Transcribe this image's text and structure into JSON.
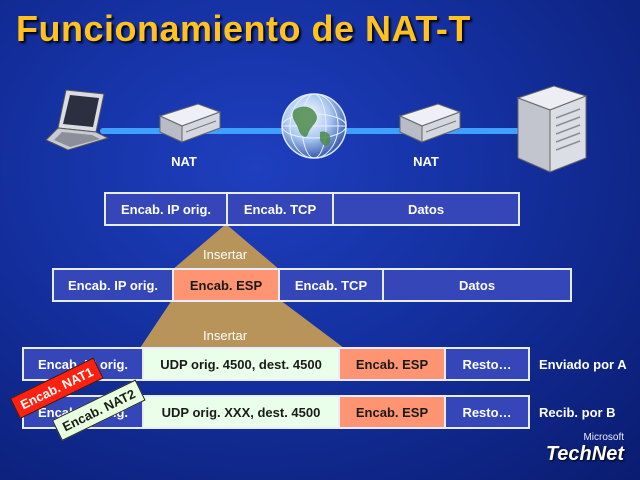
{
  "title": "Funcionamiento de NAT-T",
  "network": {
    "nat_left": "NAT",
    "nat_right": "NAT"
  },
  "packet1": [
    "Encab. IP orig.",
    "Encab. TCP",
    "Datos"
  ],
  "insert1": "Insertar",
  "packet2": [
    "Encab. IP orig.",
    "Encab. ESP",
    "Encab. TCP",
    "Datos"
  ],
  "insert2": "Insertar",
  "packet3": [
    "Encab. IP orig.",
    "UDP orig. 4500, dest. 4500",
    "Encab. ESP",
    "Resto…"
  ],
  "packet3_label": "Enviado por A",
  "packet4": [
    "Encab. IP orig.",
    "UDP orig. XXX, dest. 4500",
    "Encab. ESP",
    "Resto…"
  ],
  "packet4_label": "Recib. por B",
  "stamps": {
    "nat1": "Encab. NAT1",
    "nat2": "Encab. NAT2"
  },
  "logo": {
    "small": "Microsoft",
    "big": "TechNet"
  },
  "colors": {
    "title": "#ffc21e",
    "cell_blue": "#3547b8",
    "cell_orange": "#ff9472",
    "cell_green": "#eaffea",
    "network_line": "#3fa0ff",
    "insert_triangle": "#b8935a"
  }
}
